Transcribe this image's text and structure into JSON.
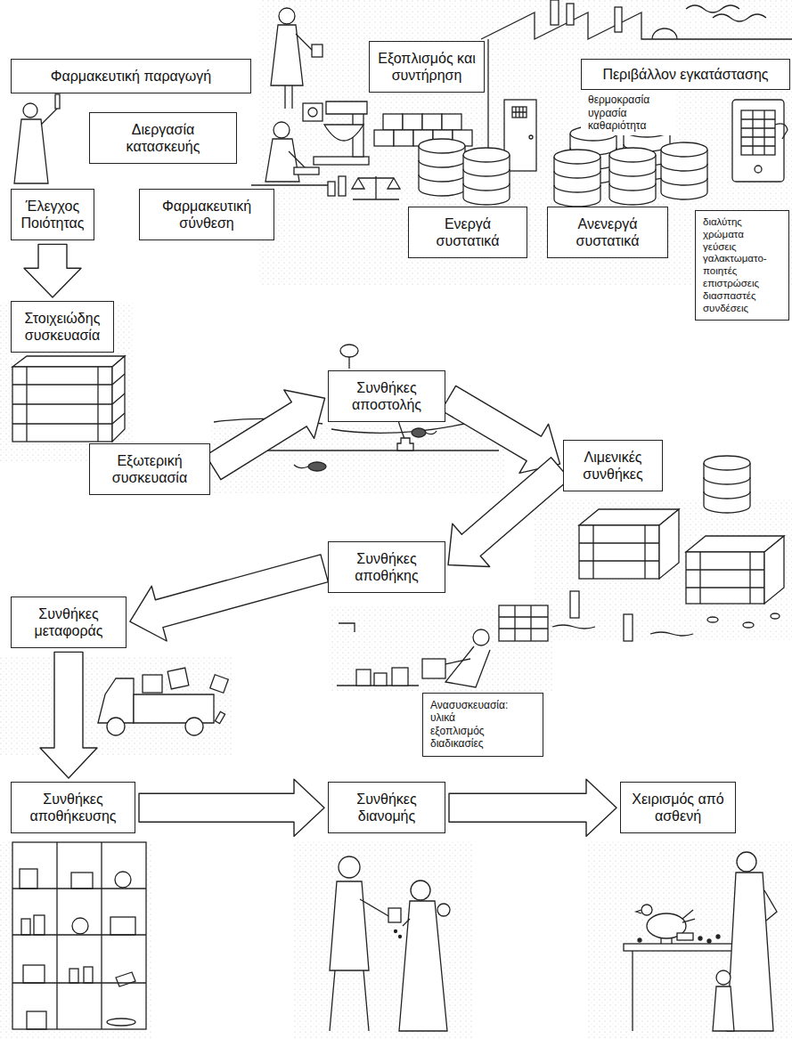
{
  "diagram": {
    "nodes": [
      {
        "text": [
          "Φαρμακευτική παραγωγή"
        ]
      },
      {
        "text": [
          "Εξοπλισμός και συντήρηση"
        ]
      },
      {
        "text": [
          "Περιβάλλον εγκατάστασης",
          "θερμοκρασία υγρασία καθαριότητα"
        ]
      },
      {
        "text": [
          "Διεργασία κατασκευής"
        ]
      },
      {
        "text": [
          "Έλεγχος Ποιότητας"
        ]
      },
      {
        "text": [
          "Φαρμακευτική σύνθεση"
        ]
      },
      {
        "text": [
          "Ενεργά συστατικά"
        ]
      },
      {
        "text": [
          "Ανενεργά συστατικά"
        ]
      },
      {
        "text": [
          "διαλύτης χρώματα γεύσεις γαλακτωματο-ποιητές επιστρώσεις διασπαστές συνδέσεις"
        ]
      },
      {
        "text": [
          "Στοιχειώδης συσκευασία"
        ]
      },
      {
        "text": [
          "Εξωτερική συσκευασία"
        ]
      },
      {
        "text": [
          "Συνθήκες αποστολής"
        ]
      },
      {
        "text": [
          "Λιμενικές συνθήκες"
        ]
      },
      {
        "text": [
          "Συνθήκες αποθήκης"
        ]
      },
      {
        "text": [
          "Ανασυσκευασία: υλικά εξοπλισμός διαδικασίες"
        ]
      },
      {
        "text": [
          "Συνθήκες μεταφοράς"
        ]
      },
      {
        "text": [
          "Συνθήκες αποθήκευσης"
        ]
      },
      {
        "text": [
          "Συνθήκες διανομής"
        ]
      },
      {
        "text": [
          "Χειρισμός από ασθενή"
        ]
      }
    ],
    "edges": [
      {
        "from": 4,
        "to": 9,
        "arrow": "to"
      },
      {
        "from": 10,
        "to": 11,
        "arrow": "to"
      },
      {
        "from": 11,
        "to": 12,
        "arrow": "to"
      },
      {
        "from": 12,
        "to": 13,
        "arrow": "to"
      },
      {
        "from": 13,
        "to": 15,
        "arrow": "to"
      },
      {
        "from": 15,
        "to": 16,
        "arrow": "to"
      },
      {
        "from": 16,
        "to": 17,
        "arrow": "to"
      },
      {
        "from": 17,
        "to": 18,
        "arrow": "to"
      }
    ]
  }
}
